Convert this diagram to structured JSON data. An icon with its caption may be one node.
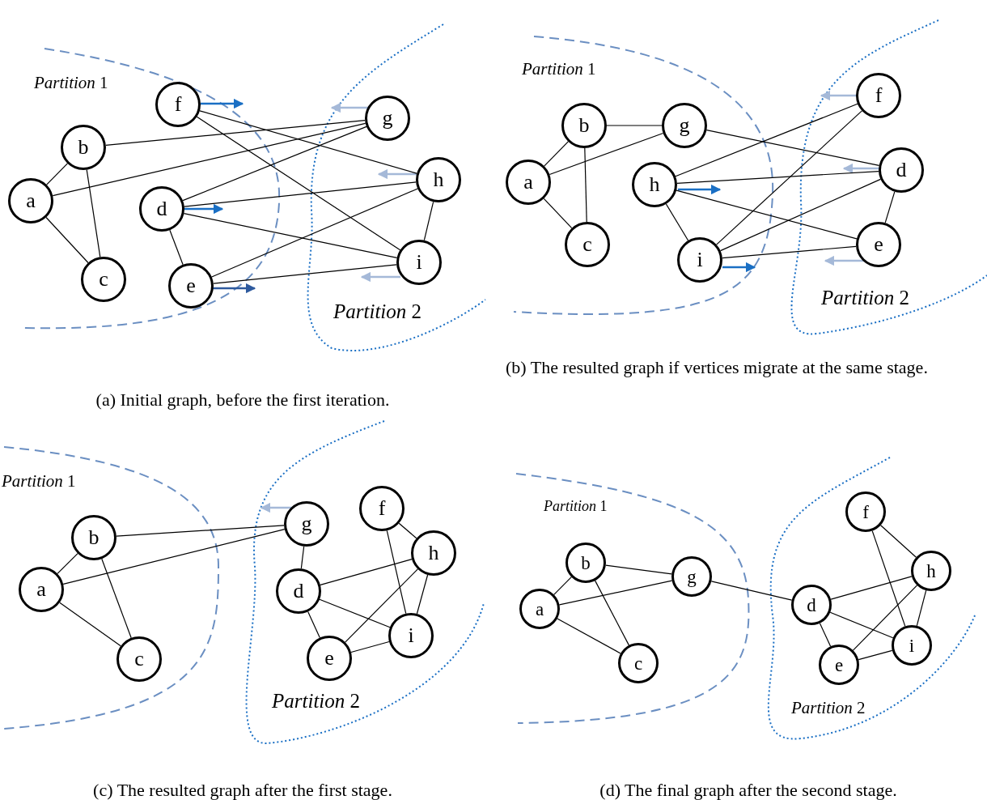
{
  "diagram": {
    "nodes": [
      {
        "text": [
          "a"
        ]
      },
      {
        "text": [
          "b"
        ]
      },
      {
        "text": [
          "c"
        ]
      },
      {
        "text": [
          "d"
        ]
      },
      {
        "text": [
          "e"
        ]
      },
      {
        "text": [
          "f"
        ]
      },
      {
        "text": [
          "g"
        ]
      },
      {
        "text": [
          "h"
        ]
      },
      {
        "text": [
          "i"
        ]
      },
      {
        "text": [
          "a"
        ]
      },
      {
        "text": [
          "b"
        ]
      },
      {
        "text": [
          "c"
        ]
      },
      {
        "text": [
          "d"
        ]
      },
      {
        "text": [
          "e"
        ]
      },
      {
        "text": [
          "f"
        ]
      },
      {
        "text": [
          "g"
        ]
      },
      {
        "text": [
          "h"
        ]
      },
      {
        "text": [
          "i"
        ]
      },
      {
        "text": [
          "a"
        ]
      },
      {
        "text": [
          "b"
        ]
      },
      {
        "text": [
          "c"
        ]
      },
      {
        "text": [
          "d"
        ]
      },
      {
        "text": [
          "e"
        ]
      },
      {
        "text": [
          "f"
        ]
      },
      {
        "text": [
          "g"
        ]
      },
      {
        "text": [
          "h"
        ]
      },
      {
        "text": [
          "i"
        ]
      },
      {
        "text": [
          "a"
        ]
      },
      {
        "text": [
          "b"
        ]
      },
      {
        "text": [
          "c"
        ]
      },
      {
        "text": [
          "d"
        ]
      },
      {
        "text": [
          "e"
        ]
      },
      {
        "text": [
          "f"
        ]
      },
      {
        "text": [
          "g"
        ]
      },
      {
        "text": [
          "h"
        ]
      },
      {
        "text": [
          "i"
        ]
      }
    ],
    "edges": [
      {
        "from": 0,
        "to": 1,
        "arrow": "none"
      },
      {
        "from": 0,
        "to": 2,
        "arrow": "none"
      },
      {
        "from": 1,
        "to": 2,
        "arrow": "none"
      },
      {
        "from": 1,
        "to": 6,
        "arrow": "none"
      },
      {
        "from": 0,
        "to": 6,
        "arrow": "none"
      },
      {
        "from": 3,
        "to": 6,
        "arrow": "none"
      },
      {
        "from": 5,
        "to": 7,
        "arrow": "none"
      },
      {
        "from": 5,
        "to": 8,
        "arrow": "none"
      },
      {
        "from": 3,
        "to": 7,
        "arrow": "none"
      },
      {
        "from": 3,
        "to": 8,
        "arrow": "none"
      },
      {
        "from": 3,
        "to": 4,
        "arrow": "none"
      },
      {
        "from": 4,
        "to": 7,
        "arrow": "none"
      },
      {
        "from": 4,
        "to": 8,
        "arrow": "none"
      },
      {
        "from": 7,
        "to": 8,
        "arrow": "none"
      },
      {
        "from": 9,
        "to": 10,
        "arrow": "none"
      },
      {
        "from": 9,
        "to": 11,
        "arrow": "none"
      },
      {
        "from": 10,
        "to": 11,
        "arrow": "none"
      },
      {
        "from": 10,
        "to": 15,
        "arrow": "none"
      },
      {
        "from": 9,
        "to": 15,
        "arrow": "none"
      },
      {
        "from": 15,
        "to": 12,
        "arrow": "none"
      },
      {
        "from": 16,
        "to": 14,
        "arrow": "none"
      },
      {
        "from": 17,
        "to": 14,
        "arrow": "none"
      },
      {
        "from": 16,
        "to": 12,
        "arrow": "none"
      },
      {
        "from": 16,
        "to": 13,
        "arrow": "none"
      },
      {
        "from": 16,
        "to": 17,
        "arrow": "none"
      },
      {
        "from": 17,
        "to": 12,
        "arrow": "none"
      },
      {
        "from": 17,
        "to": 13,
        "arrow": "none"
      },
      {
        "from": 12,
        "to": 13,
        "arrow": "none"
      },
      {
        "from": 18,
        "to": 19,
        "arrow": "none"
      },
      {
        "from": 18,
        "to": 20,
        "arrow": "none"
      },
      {
        "from": 19,
        "to": 20,
        "arrow": "none"
      },
      {
        "from": 19,
        "to": 24,
        "arrow": "none"
      },
      {
        "from": 18,
        "to": 24,
        "arrow": "none"
      },
      {
        "from": 21,
        "to": 24,
        "arrow": "none"
      },
      {
        "from": 23,
        "to": 25,
        "arrow": "none"
      },
      {
        "from": 23,
        "to": 26,
        "arrow": "none"
      },
      {
        "from": 21,
        "to": 25,
        "arrow": "none"
      },
      {
        "from": 21,
        "to": 26,
        "arrow": "none"
      },
      {
        "from": 21,
        "to": 22,
        "arrow": "none"
      },
      {
        "from": 22,
        "to": 25,
        "arrow": "none"
      },
      {
        "from": 22,
        "to": 26,
        "arrow": "none"
      },
      {
        "from": 25,
        "to": 26,
        "arrow": "none"
      },
      {
        "from": 27,
        "to": 28,
        "arrow": "none"
      },
      {
        "from": 27,
        "to": 29,
        "arrow": "none"
      },
      {
        "from": 28,
        "to": 29,
        "arrow": "none"
      },
      {
        "from": 28,
        "to": 33,
        "arrow": "none"
      },
      {
        "from": 27,
        "to": 33,
        "arrow": "none"
      },
      {
        "from": 30,
        "to": 33,
        "arrow": "none"
      },
      {
        "from": 32,
        "to": 34,
        "arrow": "none"
      },
      {
        "from": 32,
        "to": 35,
        "arrow": "none"
      },
      {
        "from": 30,
        "to": 34,
        "arrow": "none"
      },
      {
        "from": 30,
        "to": 35,
        "arrow": "none"
      },
      {
        "from": 30,
        "to": 31,
        "arrow": "none"
      },
      {
        "from": 31,
        "to": 34,
        "arrow": "none"
      },
      {
        "from": 31,
        "to": 35,
        "arrow": "none"
      },
      {
        "from": 34,
        "to": 35,
        "arrow": "none"
      }
    ],
    "labels": [
      "*Partition* 1",
      "*Partition* 2",
      "*Partition* 1",
      "*Partition* 2",
      "(b) The resulted graph if vertices migrate at the same stage.",
      "(a) Initial graph, before the first iteration.",
      "*Partition* 1",
      "*Partition* 2",
      "*Partition* 1",
      "*Partition* 2",
      "(c) The resulted graph after the first stage.",
      "(d) The final graph after the second stage."
    ]
  }
}
